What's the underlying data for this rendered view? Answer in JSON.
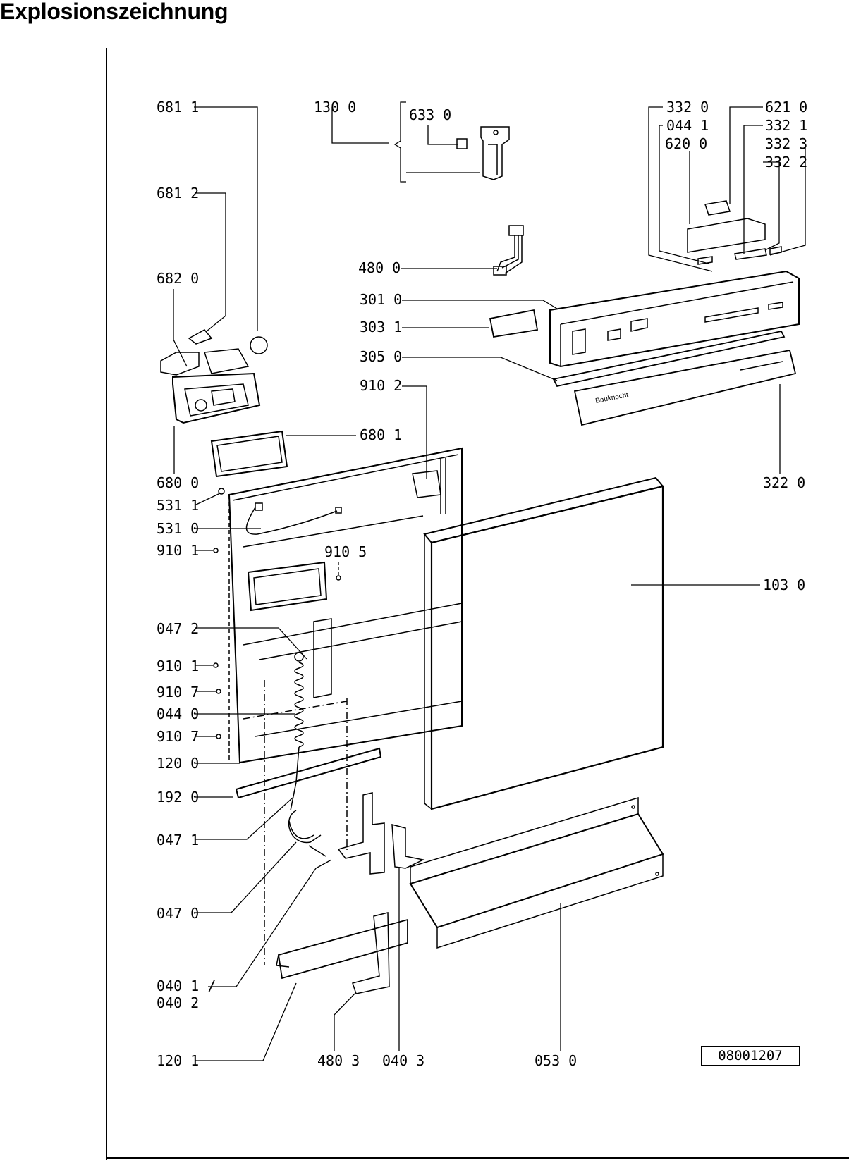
{
  "title": "Explosionszeichnung",
  "drawing_number": "08001207",
  "labels": [
    {
      "id": "l6811",
      "text": "681 1"
    },
    {
      "id": "l1300",
      "text": "130 0"
    },
    {
      "id": "l6330",
      "text": "633 0"
    },
    {
      "id": "l3320",
      "text": "332 0"
    },
    {
      "id": "l6210",
      "text": "621 0"
    },
    {
      "id": "l0441",
      "text": "044 1"
    },
    {
      "id": "l3321",
      "text": "332 1"
    },
    {
      "id": "l6200",
      "text": "620 0"
    },
    {
      "id": "l3323",
      "text": "332 3"
    },
    {
      "id": "l3322",
      "text": "332 2"
    },
    {
      "id": "l6812",
      "text": "681 2"
    },
    {
      "id": "l6820",
      "text": "682 0"
    },
    {
      "id": "l4800",
      "text": "480 0"
    },
    {
      "id": "l3010",
      "text": "301 0"
    },
    {
      "id": "l3031",
      "text": "303 1"
    },
    {
      "id": "l3050",
      "text": "305 0"
    },
    {
      "id": "l9102",
      "text": "910 2"
    },
    {
      "id": "l6801",
      "text": "680 1"
    },
    {
      "id": "l6800",
      "text": "680 0"
    },
    {
      "id": "l3220",
      "text": "322 0"
    },
    {
      "id": "l5311",
      "text": "531 1"
    },
    {
      "id": "l5310",
      "text": "531 0"
    },
    {
      "id": "l9101a",
      "text": "910 1"
    },
    {
      "id": "l9105",
      "text": "910 5"
    },
    {
      "id": "l1030",
      "text": "103 0"
    },
    {
      "id": "l0472",
      "text": "047 2"
    },
    {
      "id": "l9101b",
      "text": "910 1"
    },
    {
      "id": "l9107a",
      "text": "910 7"
    },
    {
      "id": "l0440",
      "text": "044 0"
    },
    {
      "id": "l9107b",
      "text": "910 7"
    },
    {
      "id": "l1200",
      "text": "120 0"
    },
    {
      "id": "l1920",
      "text": "192 0"
    },
    {
      "id": "l0471",
      "text": "047 1"
    },
    {
      "id": "l0470",
      "text": "047 0"
    },
    {
      "id": "l0401",
      "text": "040 1 /"
    },
    {
      "id": "l0402",
      "text": "040 2"
    },
    {
      "id": "l1201",
      "text": "120 1"
    },
    {
      "id": "l4803",
      "text": "480 3"
    },
    {
      "id": "l0403",
      "text": "040 3"
    },
    {
      "id": "l0530",
      "text": "053 0"
    }
  ],
  "brand_mark": "Bauknecht"
}
